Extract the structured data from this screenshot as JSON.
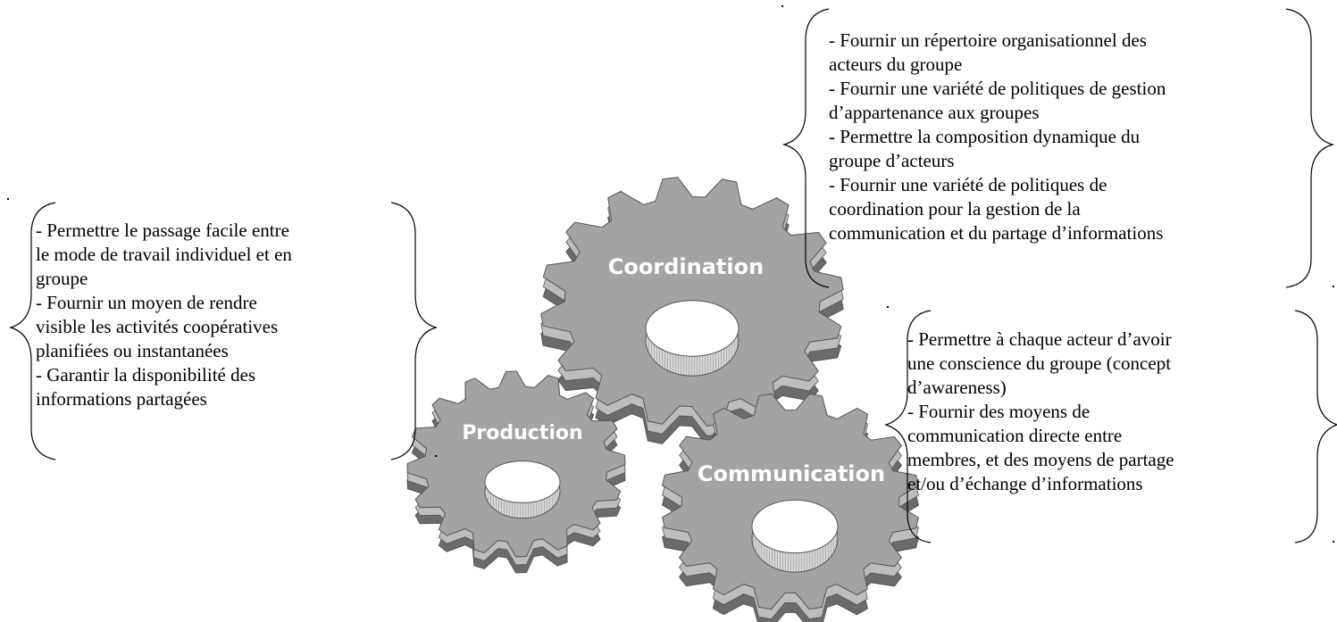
{
  "gears": {
    "coordination": "Coordination",
    "production": "Production",
    "communication": "Communication"
  },
  "blocks": {
    "left": [
      "- Permettre le passage facile entre",
      "le mode de travail individuel et en",
      "groupe",
      "- Fournir un moyen de rendre",
      "visible les activités coopératives",
      "planifiées ou instantanées",
      "- Garantir la disponibilité des",
      "informations partagées"
    ],
    "top": [
      "- Fournir un répertoire organisationnel des",
      "acteurs du groupe",
      "- Fournir une variété de politiques de gestion",
      "d’appartenance aux groupes",
      "- Permettre la composition dynamique du",
      "groupe d’acteurs",
      "- Fournir une variété de politiques de",
      "coordination pour la gestion de la",
      "communication et du partage d’informations"
    ],
    "right": [
      "- Permettre à chaque acteur d’avoir",
      "une conscience du groupe (concept",
      "d’awareness)",
      "- Fournir des moyens de",
      "communication directe entre",
      "membres, et des moyens de partage",
      "et/ou d’échange d’informations"
    ]
  },
  "colors": {
    "gear_face": "#a3a3a3",
    "gear_side": "#6b6b6b",
    "gear_tooth_top": "#bdbdbd",
    "gear_outline": "#555555",
    "hole": "#ffffff",
    "hole_wall": "#c8c8c8"
  }
}
